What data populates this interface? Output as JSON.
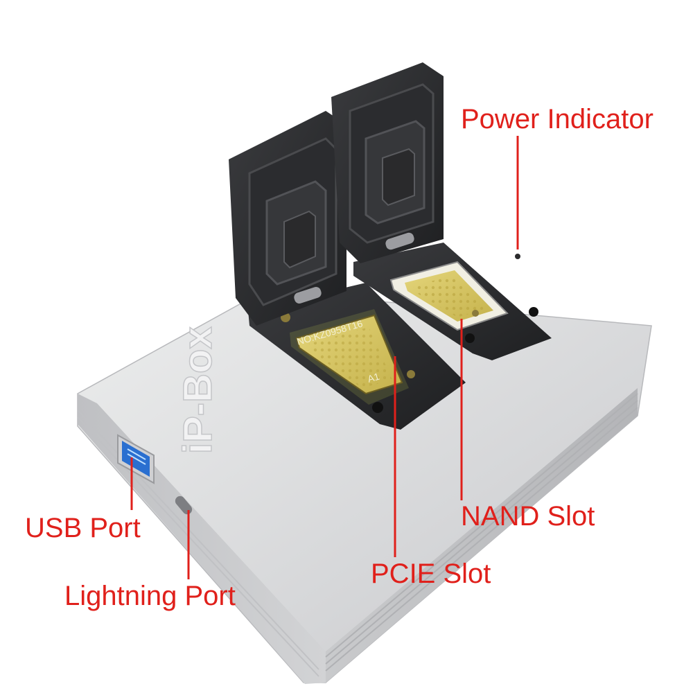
{
  "labels": {
    "power_indicator": "Power Indicator",
    "nand_slot": "NAND Slot",
    "pcie_slot": "PCIE Slot",
    "usb_port": "USB Port",
    "lightning_port": "Lightning Port"
  },
  "device": {
    "left_pad_marking": "NO:KZ0958T16",
    "left_pad_corner": "A1",
    "logo": "iP-Box"
  },
  "colors": {
    "label_red": "#e0201b",
    "body_silver": "#d9dadc",
    "socket_black": "#2a2b2d",
    "pad_gold": "#d8c86a",
    "usb_blue": "#2a6fd0"
  }
}
